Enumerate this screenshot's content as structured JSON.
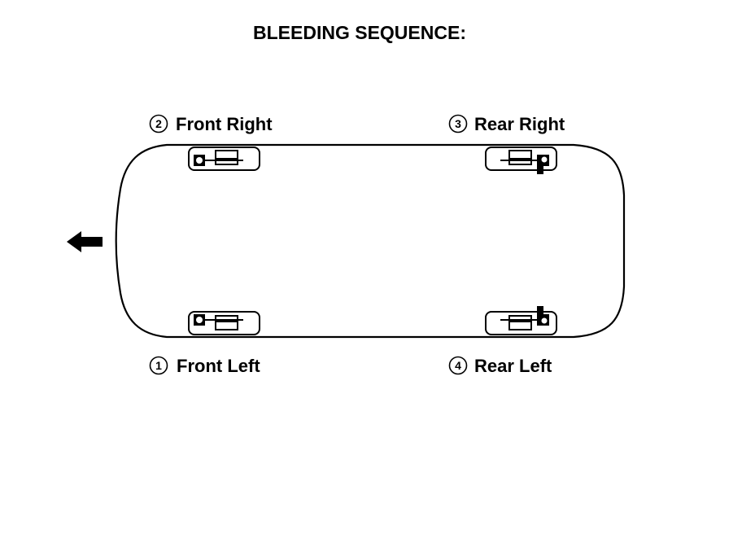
{
  "diagram": {
    "title": "BLEEDING SEQUENCE:",
    "wheels": [
      {
        "id": "front-right",
        "number": "2",
        "label": "Front Right"
      },
      {
        "id": "rear-right",
        "number": "3",
        "label": "Rear Right"
      },
      {
        "id": "front-left",
        "number": "1",
        "label": "Front Left"
      },
      {
        "id": "rear-left",
        "number": "4",
        "label": "Rear Left"
      }
    ],
    "direction_icon": "arrow-left-icon"
  }
}
